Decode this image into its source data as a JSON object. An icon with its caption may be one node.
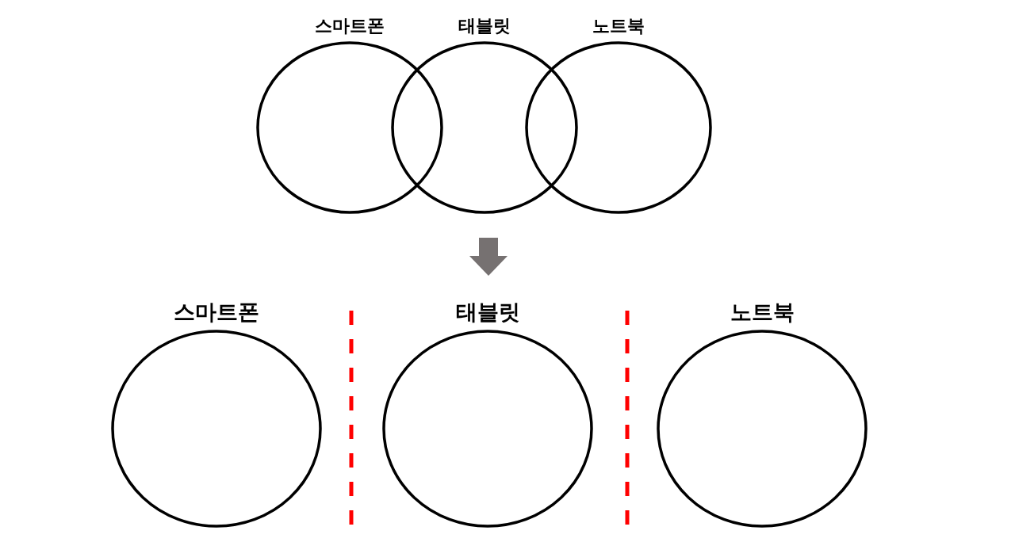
{
  "diagram": {
    "nodes": [
      {
        "text": [
          "스마트폰"
        ]
      },
      {
        "text": [
          "태블릿"
        ]
      },
      {
        "text": [
          "노트북"
        ]
      },
      {
        "text": [
          "스마트폰"
        ]
      },
      {
        "text": [
          "태블릿"
        ]
      },
      {
        "text": [
          "노트북"
        ]
      }
    ]
  }
}
